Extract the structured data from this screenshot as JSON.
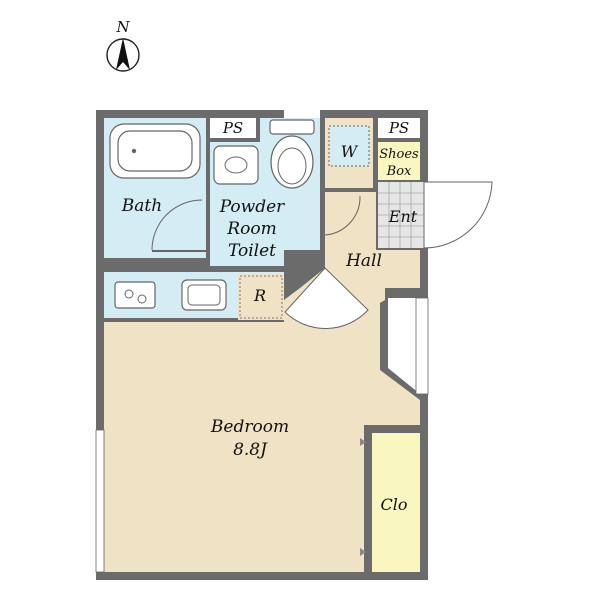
{
  "compass": {
    "label": "N"
  },
  "rooms": {
    "bath": "Bath",
    "powder_room_line1": "Powder",
    "powder_room_line2": "Room",
    "powder_room_line3": "Toilet",
    "ps_left": "PS",
    "ps_right": "PS",
    "washer": "W",
    "shoes_box_line1": "Shoes",
    "shoes_box_line2": "Box",
    "entrance": "Ent",
    "hall": "Hall",
    "refrigerator": "R",
    "bedroom_line1": "Bedroom",
    "bedroom_line2": "8.8J",
    "closet": "Clo"
  },
  "colors": {
    "wet_area": "#d4ecf3",
    "floor": "#f0e2c4",
    "closet": "#f9f6c0",
    "wall": "#6b6b6b"
  }
}
